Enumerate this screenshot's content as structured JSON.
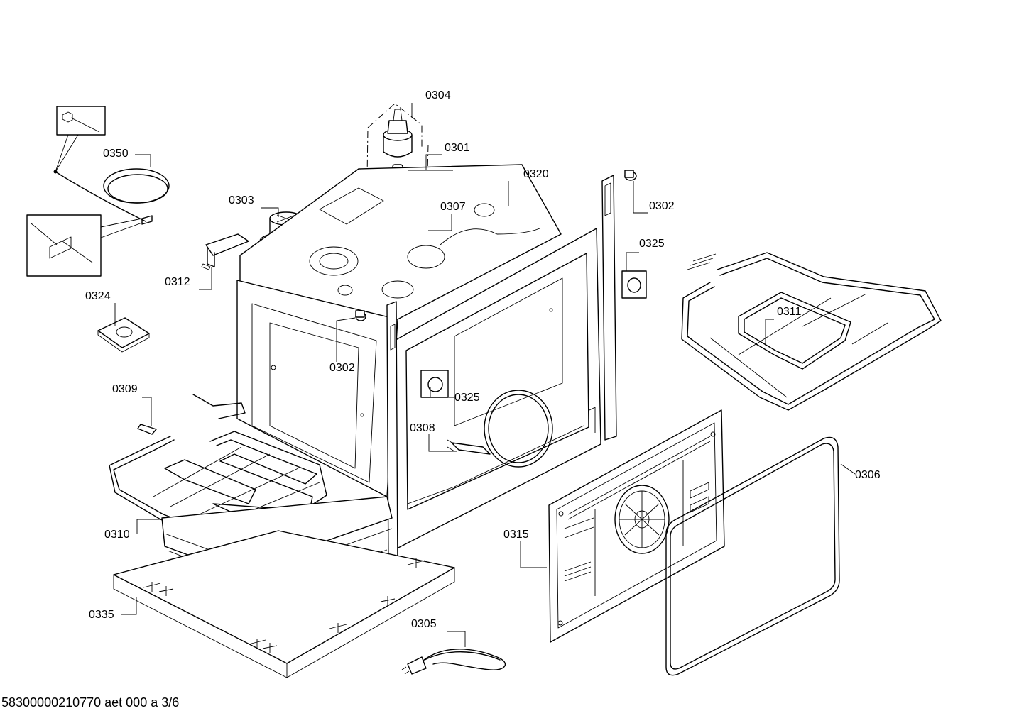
{
  "parts": [
    {
      "id": "p0304",
      "label": "0304"
    },
    {
      "id": "p0301",
      "label": "0301"
    },
    {
      "id": "p0320",
      "label": "0320"
    },
    {
      "id": "p0350",
      "label": "0350"
    },
    {
      "id": "p0303",
      "label": "0303"
    },
    {
      "id": "p0307",
      "label": "0307"
    },
    {
      "id": "p0302a",
      "label": "0302"
    },
    {
      "id": "p0325a",
      "label": "0325"
    },
    {
      "id": "p0312",
      "label": "0312"
    },
    {
      "id": "p0324",
      "label": "0324"
    },
    {
      "id": "p0311",
      "label": "0311"
    },
    {
      "id": "p0302b",
      "label": "0302"
    },
    {
      "id": "p0309",
      "label": "0309"
    },
    {
      "id": "p0325b",
      "label": "0325"
    },
    {
      "id": "p0308",
      "label": "0308"
    },
    {
      "id": "p0306",
      "label": "0306"
    },
    {
      "id": "p0315",
      "label": "0315"
    },
    {
      "id": "p0310",
      "label": "0310"
    },
    {
      "id": "p0335",
      "label": "0335"
    },
    {
      "id": "p0305",
      "label": "0305"
    }
  ],
  "footer": "58300000210770 aet 000 a 3/6"
}
